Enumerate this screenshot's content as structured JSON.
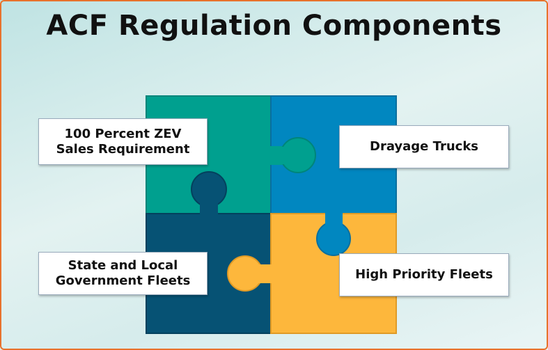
{
  "title": "ACF Regulation Components",
  "pieces": [
    {
      "label": "100 Percent ZEV Sales Requirement",
      "line1": "100 Percent ZEV",
      "line2": "Sales Requirement",
      "color": "#00a08f"
    },
    {
      "label": "Drayage Trucks",
      "color": "#0187c0"
    },
    {
      "label": "State and Local Government Fleets",
      "line1": "State and Local",
      "line2": "Government Fleets",
      "color": "#065274"
    },
    {
      "label": "High Priority Fleets",
      "color": "#fdb73c"
    }
  ]
}
